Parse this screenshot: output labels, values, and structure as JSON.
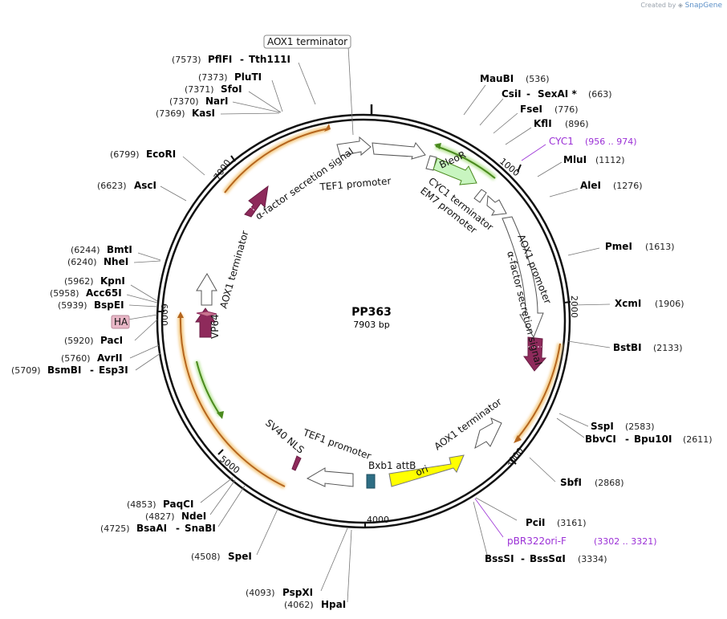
{
  "brand": {
    "created_by": "Created by",
    "product": "SnapGene"
  },
  "plasmid": {
    "name": "PP363",
    "length": "7903 bp",
    "total_bp": 7903
  },
  "ticks": [
    {
      "bp": 1000,
      "label": "1000"
    },
    {
      "bp": 2000,
      "label": "2000"
    },
    {
      "bp": 3000,
      "label": "3000"
    },
    {
      "bp": 4000,
      "label": "4000"
    },
    {
      "bp": 5000,
      "label": "5000"
    },
    {
      "bp": 6000,
      "label": "6000"
    },
    {
      "bp": 7000,
      "label": "7000"
    }
  ],
  "sites_right": [
    {
      "name": "MauBI",
      "pos": "(536)"
    },
    {
      "name": "CsiI",
      "name2": "SexAI *",
      "pos": "(663)"
    },
    {
      "name": "FseI",
      "pos": "(776)"
    },
    {
      "name": "KflI",
      "pos": "(896)"
    },
    {
      "name": "MluI",
      "pos": "(1112)"
    },
    {
      "name": "AleI",
      "pos": "(1276)"
    },
    {
      "name": "PmeI",
      "pos": "(1613)"
    },
    {
      "name": "XcmI",
      "pos": "(1906)"
    },
    {
      "name": "BstBI",
      "pos": "(2133)"
    },
    {
      "name": "SspI",
      "pos": "(2583)"
    },
    {
      "name": "BbvCI",
      "name2": "Bpu10I",
      "pos": "(2611)"
    },
    {
      "name": "SbfI",
      "pos": "(2868)"
    },
    {
      "name": "PciI",
      "pos": "(3161)"
    },
    {
      "name": "BssSI",
      "name2": "BssSαI",
      "pos": "(3334)"
    },
    {
      "name": "PspXI",
      "pos": "(4093)"
    },
    {
      "name": "HpaI",
      "pos": "(4062)"
    }
  ],
  "sites_left": [
    {
      "name": "PflFI",
      "name2": "Tth111I",
      "pos": "(7573)"
    },
    {
      "name": "PluTI",
      "pos": "(7373)"
    },
    {
      "name": "SfoI",
      "pos": "(7371)"
    },
    {
      "name": "NarI",
      "pos": "(7370)"
    },
    {
      "name": "KasI",
      "pos": "(7369)"
    },
    {
      "name": "EcoRI",
      "pos": "(6799)"
    },
    {
      "name": "AscI",
      "pos": "(6623)"
    },
    {
      "name": "BmtI",
      "pos": "(6244)"
    },
    {
      "name": "NheI",
      "pos": "(6240)"
    },
    {
      "name": "KpnI",
      "pos": "(5962)"
    },
    {
      "name": "Acc65I",
      "pos": "(5958)"
    },
    {
      "name": "BspEI",
      "pos": "(5939)"
    },
    {
      "name": "PacI",
      "pos": "(5920)"
    },
    {
      "name": "AvrII",
      "pos": "(5760)"
    },
    {
      "name": "BsmBI",
      "name2": "Esp3I",
      "pos": "(5709)"
    },
    {
      "name": "PaqCI",
      "pos": "(4853)"
    },
    {
      "name": "NdeI",
      "pos": "(4827)"
    },
    {
      "name": "BsaAI",
      "name2": "SnaBI",
      "pos": "(4725)"
    },
    {
      "name": "SpeI",
      "pos": "(4508)"
    }
  ],
  "primers": [
    {
      "name": "CYC1",
      "range": "(956 .. 974)"
    },
    {
      "name": "pBR322ori-F",
      "range": "(3302 .. 3321)"
    }
  ],
  "features": {
    "aox1_term_top": "AOX1 terminator",
    "tef1_promoter_top": "TEF1 promoter",
    "alpha_signal_top": "α-factor secretion signal",
    "bleor": "BleoR",
    "cyc1_term": "CYC1 terminator",
    "em7_promoter": "EM7 promoter",
    "aox1_promoter": "AOX1 promoter",
    "alpha_signal_right": "α-factor secretion signal",
    "aox1_term_bottom": "AOX1 terminator",
    "ori": "ori",
    "bxb1": "Bxb1 attB",
    "tef1_promoter_bottom": "TEF1 promoter",
    "sv40_nls": "SV40 NLS",
    "vp64": "VP64",
    "aox1_term_left": "AOX1 terminator",
    "ha": "HA"
  },
  "colors": {
    "backbone": "#111111",
    "orf_orange": "#e8a33c",
    "orf_green": "#4a8a1e",
    "signal": "#8e2a5b",
    "bleor": "#c8f5c0",
    "ori": "#ffff00",
    "bxb1": "#2e6e84",
    "primer": "#9b30d6",
    "ha": "#e9b7c7"
  }
}
